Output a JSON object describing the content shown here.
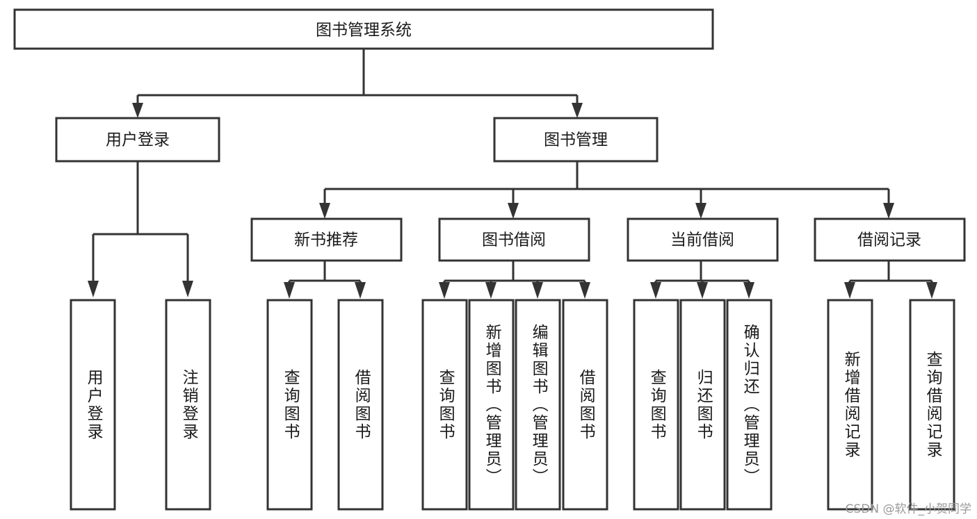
{
  "diagram": {
    "type": "tree",
    "title": "图书管理系统",
    "root": {
      "id": "root",
      "label": "图书管理系统"
    },
    "level2": [
      {
        "id": "user-login",
        "label": "用户登录"
      },
      {
        "id": "book-manage",
        "label": "图书管理"
      }
    ],
    "level3": [
      {
        "id": "new-book-rec",
        "label": "新书推荐",
        "parent": "book-manage"
      },
      {
        "id": "book-borrow",
        "label": "图书借阅",
        "parent": "book-manage"
      },
      {
        "id": "current-borrow",
        "label": "当前借阅",
        "parent": "book-manage"
      },
      {
        "id": "borrow-record",
        "label": "借阅记录",
        "parent": "book-manage"
      }
    ],
    "leaves": [
      {
        "id": "leaf-user-login",
        "label": "用户登录",
        "parent": "user-login"
      },
      {
        "id": "leaf-logout-login",
        "label": "注销登录",
        "parent": "user-login"
      },
      {
        "id": "leaf-query-book-1",
        "label": "查询图书",
        "parent": "new-book-rec"
      },
      {
        "id": "leaf-borrow-book-1",
        "label": "借阅图书",
        "parent": "new-book-rec"
      },
      {
        "id": "leaf-query-book-2",
        "label": "查询图书",
        "parent": "book-borrow"
      },
      {
        "id": "leaf-add-book",
        "label": "新增图书（管理员）",
        "parent": "book-borrow"
      },
      {
        "id": "leaf-edit-book",
        "label": "编辑图书（管理员）",
        "parent": "book-borrow"
      },
      {
        "id": "leaf-borrow-book-2",
        "label": "借阅图书",
        "parent": "book-borrow"
      },
      {
        "id": "leaf-query-book-3",
        "label": "查询图书",
        "parent": "current-borrow"
      },
      {
        "id": "leaf-return-book",
        "label": "归还图书",
        "parent": "current-borrow"
      },
      {
        "id": "leaf-confirm-return",
        "label": "确认归还（管理员）",
        "parent": "current-borrow"
      },
      {
        "id": "leaf-add-record",
        "label": "新增借阅记录",
        "parent": "borrow-record"
      },
      {
        "id": "leaf-query-record",
        "label": "查询借阅记录",
        "parent": "borrow-record"
      }
    ],
    "colors": {
      "box_stroke": "#333333",
      "box_fill": "#ffffff",
      "text": "#1a1a1a",
      "background": "#ffffff",
      "watermark": "#9a9a9a"
    }
  },
  "watermark": {
    "text": "CSDN @软件_小贺同学"
  }
}
